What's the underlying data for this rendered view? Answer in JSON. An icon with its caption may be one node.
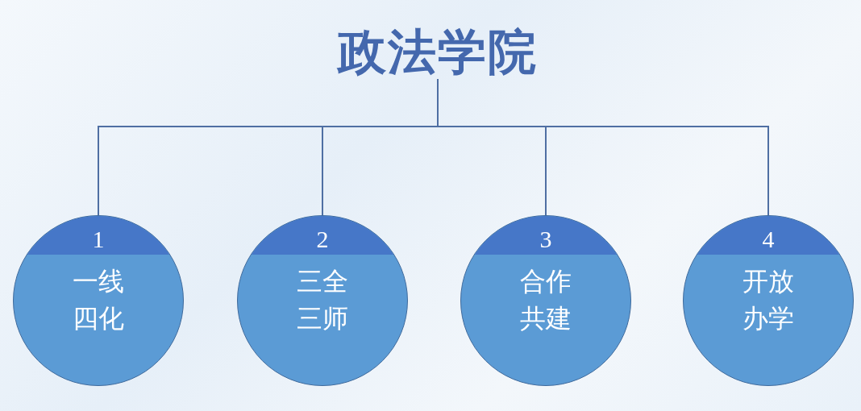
{
  "diagram": {
    "nodes": [
      {
        "text": [
          "政法学院"
        ]
      },
      {
        "text": [
          "1",
          "一线四化"
        ]
      },
      {
        "text": [
          "2",
          "三全三师"
        ]
      },
      {
        "text": [
          "3",
          "合作共建"
        ]
      },
      {
        "text": [
          "4",
          "开放办学"
        ]
      }
    ],
    "edges": [
      {
        "from": 0,
        "to": 1,
        "arrow": "none"
      },
      {
        "from": 0,
        "to": 2,
        "arrow": "none"
      },
      {
        "from": 0,
        "to": 3,
        "arrow": "none"
      },
      {
        "from": 0,
        "to": 4,
        "arrow": "none"
      }
    ]
  }
}
